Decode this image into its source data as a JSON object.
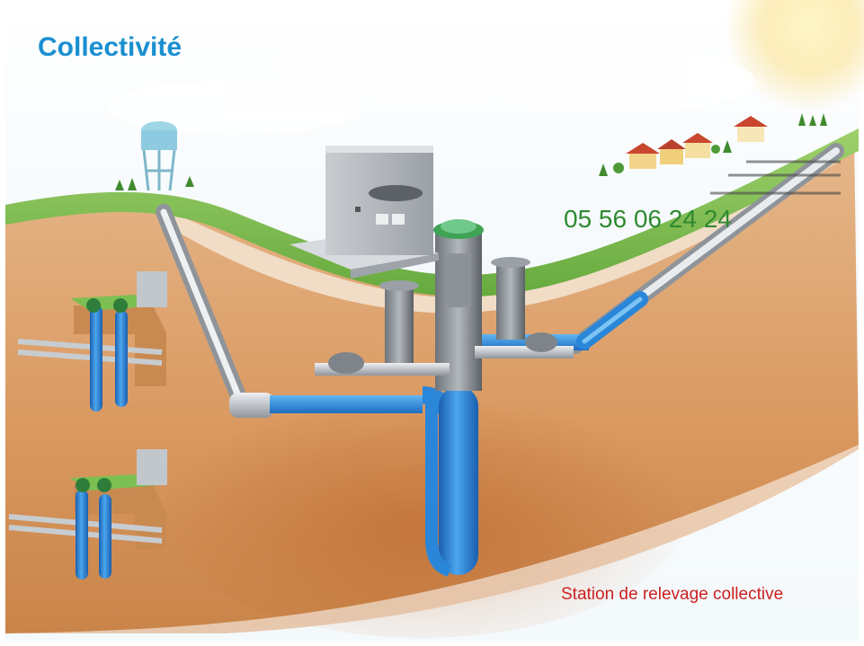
{
  "title": "Collectivité",
  "phone": "05 56 06 24 24",
  "caption": "Station de relevage collective",
  "colors": {
    "title": "#1a8fd0",
    "phone": "#2f8a30",
    "caption": "#cc1f1f",
    "soil": "#d69a6a",
    "grass": "#7cbf52",
    "pipe_blue": "#2a86d8",
    "pipe_grey": "#b8bcc2"
  }
}
